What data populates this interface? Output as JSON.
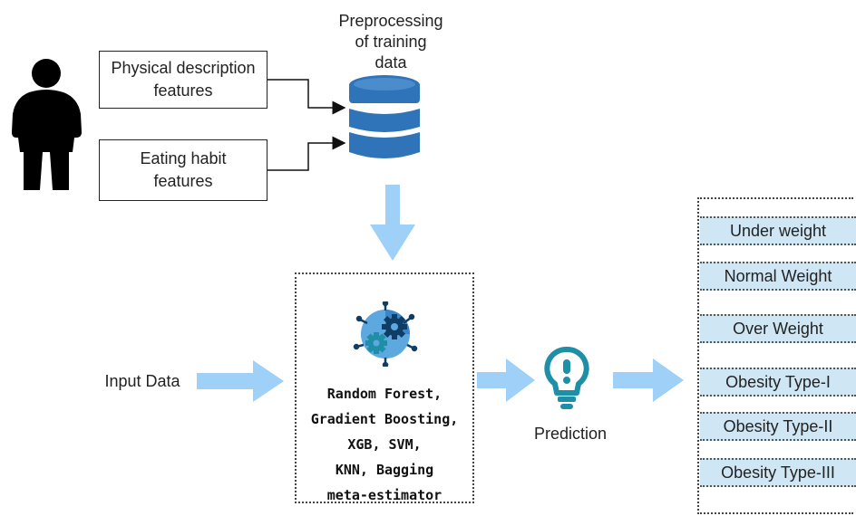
{
  "preprocessing_label": "Preprocessing\nof training\ndata",
  "features": [
    {
      "text": "Physical description\nfeatures"
    },
    {
      "text": "Eating habit\nfeatures"
    }
  ],
  "input_label": "Input Data",
  "models_text": "Random Forest,\nGradient Boosting,\nXGB, SVM,\nKNN, Bagging\nmeta-estimator",
  "prediction_label": "Prediction",
  "classes": [
    "Under weight",
    "Normal Weight",
    "Over Weight",
    "Obesity Type-I",
    "Obesity Type-II",
    "Obesity Type-III"
  ],
  "colors": {
    "arrow": "#9fd0f7",
    "database": "#2f73b8",
    "class_fill": "#cfe6f5",
    "icon_dark": "#0f3d66",
    "icon_teal": "#1f8fa8"
  }
}
